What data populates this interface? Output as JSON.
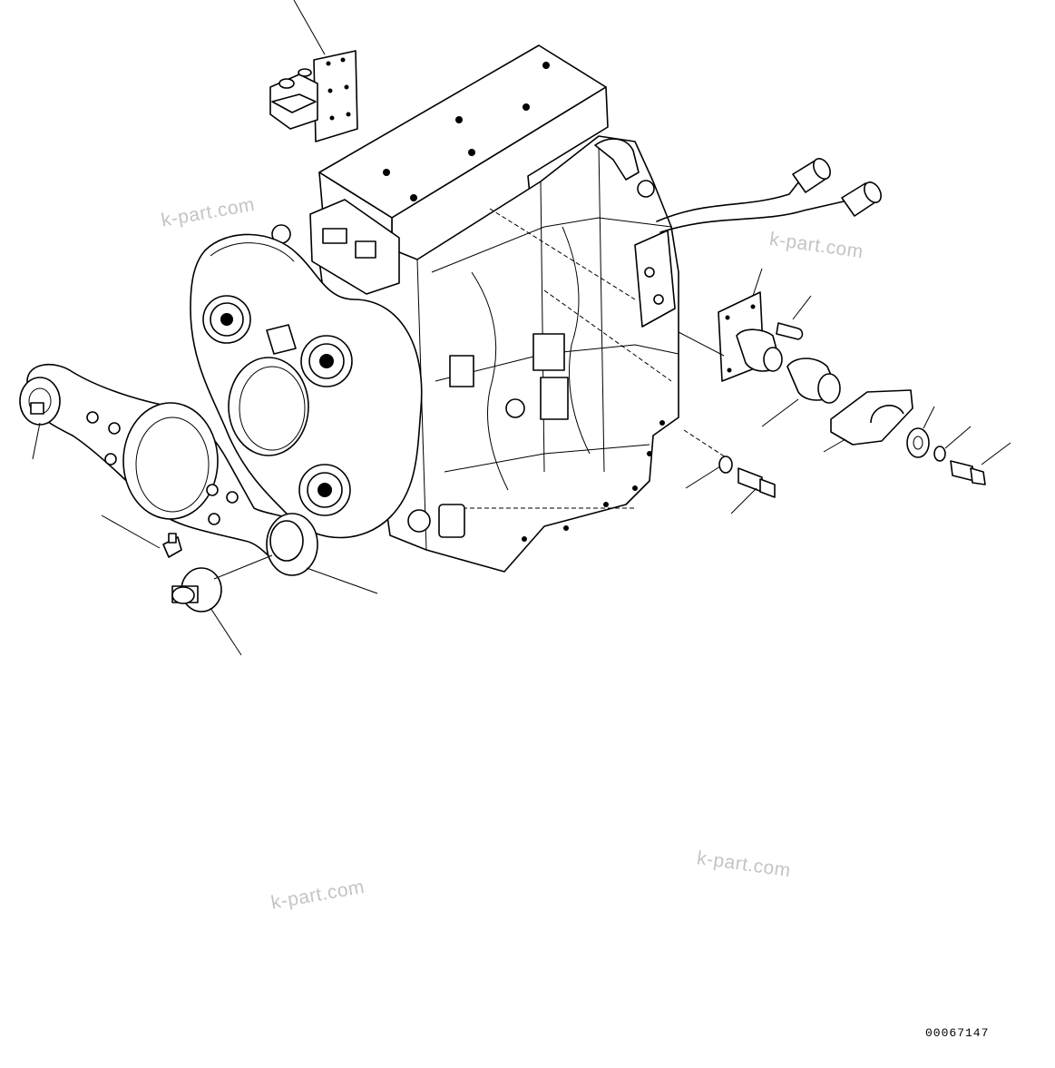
{
  "watermarks": [
    "k-part.com",
    "k-part.com",
    "k-part.com",
    "k-part.com"
  ],
  "drawing_number": "00067147"
}
